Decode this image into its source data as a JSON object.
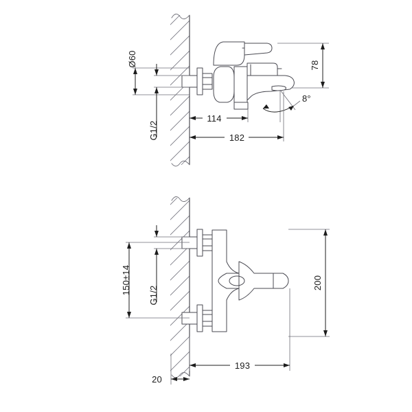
{
  "drawing": {
    "title": "Wall-mounted bath mixer tap technical drawing",
    "background_color": "#ffffff",
    "line_color": "#4a4a52",
    "dimension_color": "#1d1d1d",
    "hatch_color": "#7a7a84",
    "views": [
      {
        "name": "side-elevation-view",
        "description": "Side elevation of wall-mounted bath mixer with lever handle and spout"
      },
      {
        "name": "front-elevation-view",
        "description": "Front elevation of wall-mounted bath mixer body with two wall connections"
      }
    ],
    "dimensions": {
      "top_view": [
        {
          "name": "diameter-60",
          "label": "Ø60",
          "orientation": "vertical-rotated",
          "units": "mm"
        },
        {
          "name": "thread-g12-top",
          "label": "G1/2",
          "orientation": "vertical-rotated",
          "units": "inch"
        },
        {
          "name": "height-78",
          "label": "78",
          "orientation": "vertical-rotated",
          "units": "mm"
        },
        {
          "name": "angle-8-deg",
          "label": "8°",
          "orientation": "horizontal",
          "units": "degrees"
        },
        {
          "name": "length-114",
          "label": "114",
          "orientation": "horizontal",
          "units": "mm"
        },
        {
          "name": "length-182",
          "label": "182",
          "orientation": "horizontal",
          "units": "mm"
        }
      ],
      "bottom_view": [
        {
          "name": "height-150-tol-14",
          "label": "150±14",
          "orientation": "vertical-rotated",
          "units": "mm"
        },
        {
          "name": "thread-g12-bottom",
          "label": "G1/2",
          "orientation": "vertical-rotated",
          "units": "inch"
        },
        {
          "name": "height-200",
          "label": "200",
          "orientation": "vertical-rotated",
          "units": "mm"
        },
        {
          "name": "length-193",
          "label": "193",
          "orientation": "horizontal",
          "units": "mm"
        },
        {
          "name": "length-20",
          "label": "20",
          "orientation": "horizontal",
          "units": "mm"
        }
      ]
    }
  }
}
